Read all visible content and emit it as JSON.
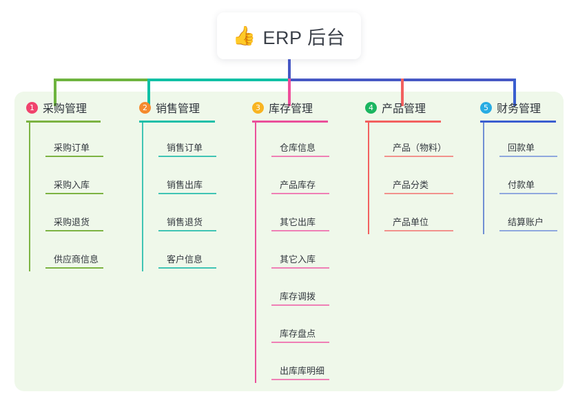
{
  "root": {
    "icon": "thumbs-up-icon",
    "emoji": "👍",
    "title": "ERP 后台"
  },
  "palette": {
    "panel_background": "#eff8ea",
    "page_background": "#ffffff",
    "trunk": "#4758c4",
    "bus_green": "#6eb43f",
    "bus_teal": "#0fc0a5",
    "bus_blue": "#4758c4"
  },
  "columns": [
    {
      "number": "1",
      "title": "采购管理",
      "badge_color": "#f0436d",
      "line_color": "#7cb342",
      "items": [
        {
          "label": "采购订单"
        },
        {
          "label": "采购入库"
        },
        {
          "label": "采购退货"
        },
        {
          "label": "供应商信息"
        }
      ]
    },
    {
      "number": "2",
      "title": "销售管理",
      "badge_color": "#f58a2e",
      "line_color": "#18bfa8",
      "items": [
        {
          "label": "销售订单"
        },
        {
          "label": "销售出库"
        },
        {
          "label": "销售退货"
        },
        {
          "label": "客户信息"
        }
      ]
    },
    {
      "number": "3",
      "title": "库存管理",
      "badge_color": "#f8b422",
      "line_color": "#ea4f9a",
      "items": [
        {
          "label": "仓库信息"
        },
        {
          "label": "产品库存"
        },
        {
          "label": "其它出库"
        },
        {
          "label": "其它入库"
        },
        {
          "label": "库存调拨"
        },
        {
          "label": "库存盘点"
        },
        {
          "label": "出库库明细"
        }
      ]
    },
    {
      "number": "4",
      "title": "产品管理",
      "badge_color": "#1bb560",
      "line_color": "#f2605f",
      "items": [
        {
          "label": "产品（物料）"
        },
        {
          "label": "产品分类"
        },
        {
          "label": "产品单位"
        }
      ]
    },
    {
      "number": "5",
      "title": "财务管理",
      "badge_color": "#28ace3",
      "line_color": "#3a5ed0",
      "items": [
        {
          "label": "回款单"
        },
        {
          "label": "付款单"
        },
        {
          "label": "结算账户"
        }
      ]
    }
  ]
}
